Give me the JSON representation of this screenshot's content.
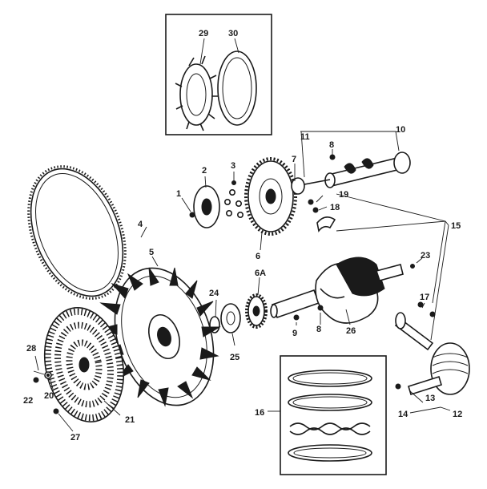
{
  "diagram": {
    "colors": {
      "ink": "#1a1a1a",
      "paper": "#ffffff"
    },
    "callouts": {
      "c1": "1",
      "c2": "2",
      "c3": "3",
      "c4": "4",
      "c5": "5",
      "c6": "6",
      "c6a": "6A",
      "c7": "7",
      "c8a": "8",
      "c8b": "8",
      "c9": "9",
      "c10": "10",
      "c11": "11",
      "c12": "12",
      "c13": "13",
      "c14": "14",
      "c15": "15",
      "c16": "16",
      "c17": "17",
      "c18": "18",
      "c19": "19",
      "c20": "20",
      "c21": "21",
      "c22": "22",
      "c23": "23",
      "c24": "24",
      "c25": "25",
      "c26": "26",
      "c27": "27",
      "c28": "28",
      "c29": "29",
      "c30": "30"
    }
  }
}
